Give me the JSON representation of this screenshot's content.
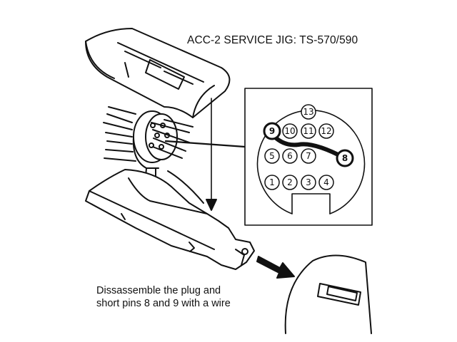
{
  "title": "ACC-2 SERVICE JIG: TS-570/590",
  "caption": {
    "line1": "Dissassemble the plug and",
    "line2": "short pins 8 and 9 with a wire"
  },
  "connector": {
    "pins": [
      {
        "label": "13",
        "highlight": false
      },
      {
        "label": "9",
        "highlight": true
      },
      {
        "label": "10",
        "highlight": false
      },
      {
        "label": "11",
        "highlight": false
      },
      {
        "label": "12",
        "highlight": false
      },
      {
        "label": "5",
        "highlight": false
      },
      {
        "label": "6",
        "highlight": false
      },
      {
        "label": "7",
        "highlight": false
      },
      {
        "label": "8",
        "highlight": true
      },
      {
        "label": "1",
        "highlight": false
      },
      {
        "label": "2",
        "highlight": false
      },
      {
        "label": "3",
        "highlight": false
      },
      {
        "label": "4",
        "highlight": false
      }
    ],
    "jumper": "pins 8 and 9"
  }
}
